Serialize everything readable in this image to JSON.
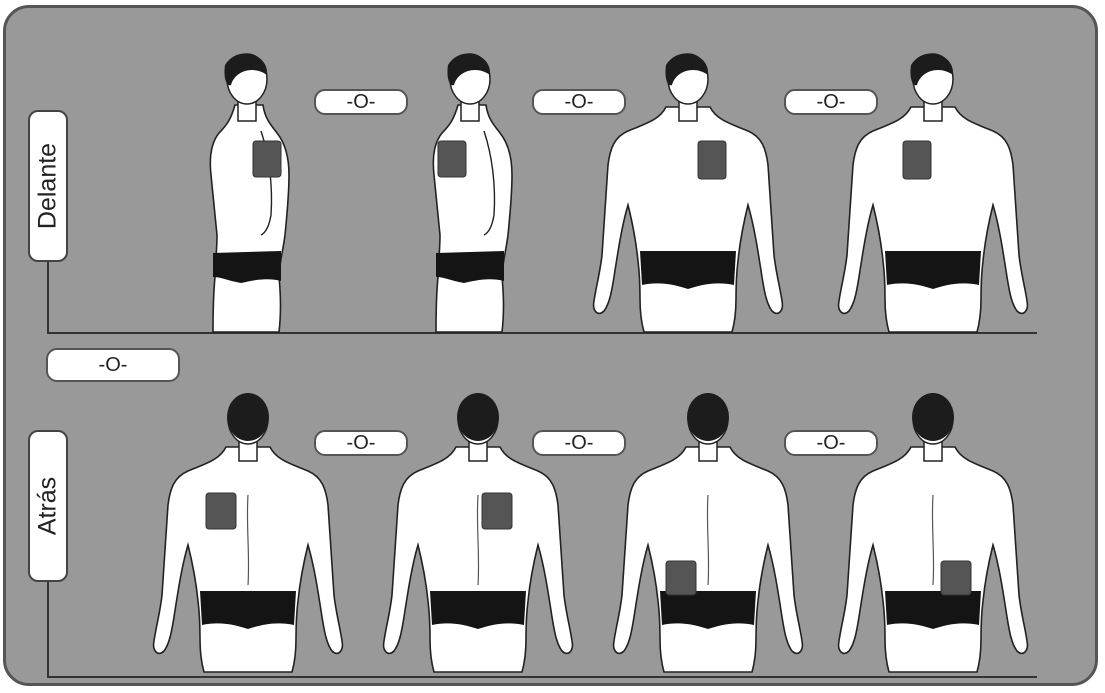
{
  "rows": {
    "front_label": "Delante",
    "back_label": "Atrás"
  },
  "separator_text": "-O-",
  "colors": {
    "panel_background": "#999999",
    "body_fill": "#ffffff",
    "hair": "#1c1c1c",
    "underwear": "#141414",
    "patch": "#555555"
  },
  "figures": {
    "front_row": [
      {
        "view": "profile-facing-left",
        "patch_site": "upper-arm"
      },
      {
        "view": "profile-facing-right",
        "patch_site": "upper-arm"
      },
      {
        "view": "front",
        "patch_site": "chest-center"
      },
      {
        "view": "front",
        "patch_site": "chest-left"
      }
    ],
    "back_row": [
      {
        "view": "back",
        "patch_site": "upper-back-left"
      },
      {
        "view": "back",
        "patch_site": "upper-back-right"
      },
      {
        "view": "back",
        "patch_site": "lower-back-left"
      },
      {
        "view": "back",
        "patch_site": "lower-back-right"
      }
    ]
  }
}
